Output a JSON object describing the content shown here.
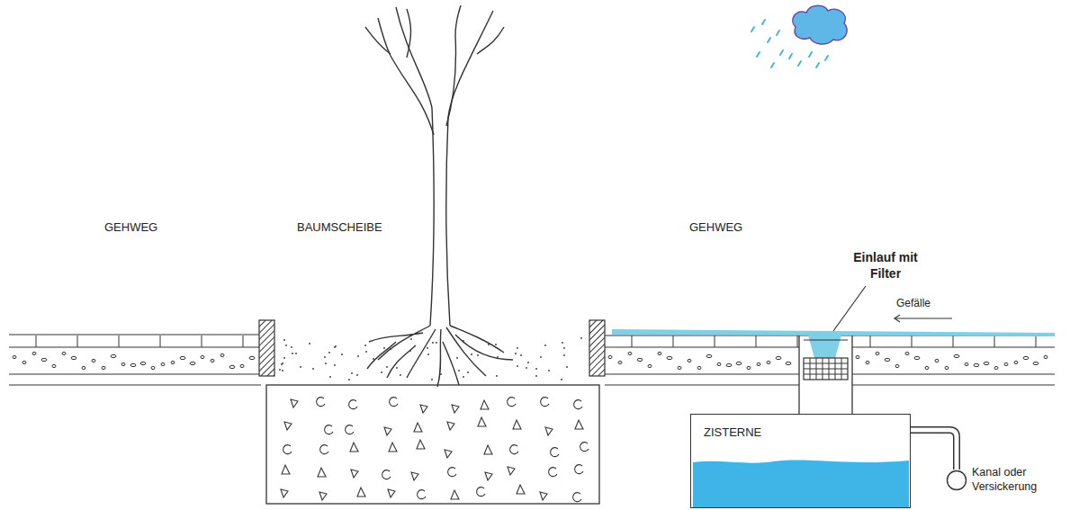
{
  "diagram": {
    "nodes": [
      {
        "text": [
          "ZISTERNE"
        ]
      },
      {
        "text": [
          "Kanal oder Versickerung"
        ]
      }
    ],
    "edges": [
      {
        "from": 0,
        "to": 1,
        "arrow": "none"
      }
    ],
    "labels": [
      "GEHWEG",
      "BAUMSCHEIBE",
      "GEHWEG",
      "Einlauf mit Filter",
      "Gefälle"
    ]
  }
}
